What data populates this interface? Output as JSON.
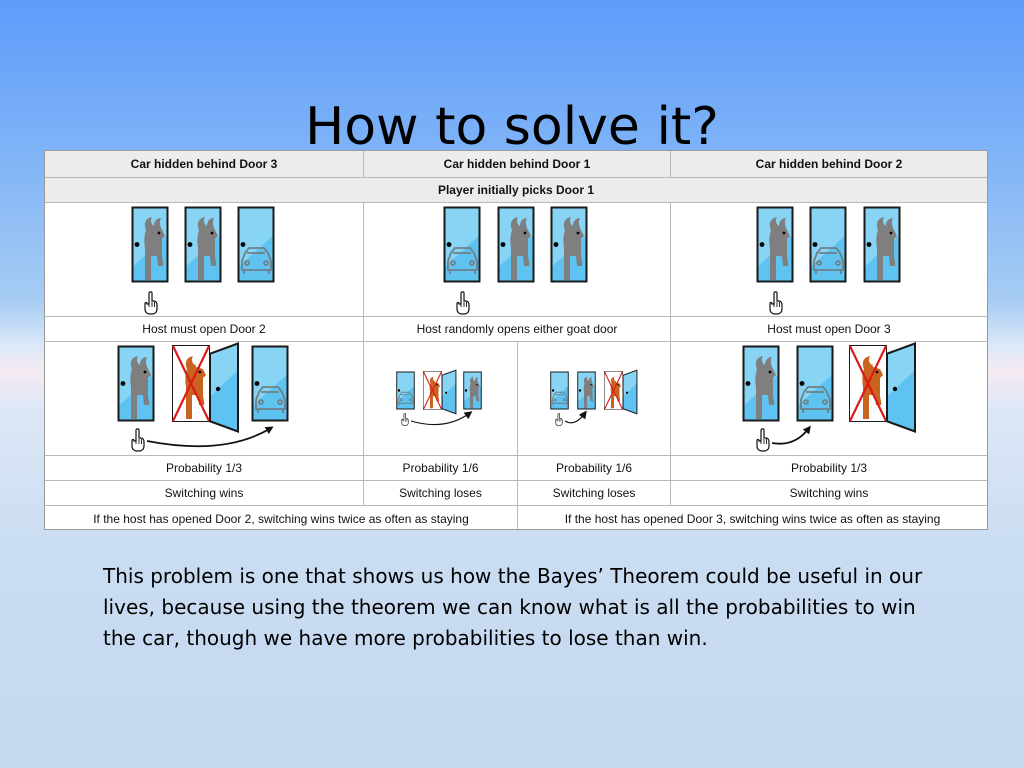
{
  "slide": {
    "title": "How to solve it?",
    "body": "This problem is one that shows us how the Bayes’ Theorem could be useful in our lives, because using the theorem we can know what is all the probabilities to win the car, though we have more probabilities to lose than win."
  },
  "table": {
    "scenario_headers": [
      "Car hidden behind Door 3",
      "Car hidden behind Door 1",
      "Car hidden behind Door 2"
    ],
    "initial_pick": "Player initially picks Door 1",
    "host_actions": [
      "Host must open Door 2",
      "Host randomly opens either goat door",
      "Host must open Door 3"
    ],
    "probabilities": [
      "Probability 1/3",
      "Probability 1/6",
      "Probability 1/6",
      "Probability 1/3"
    ],
    "outcomes": [
      "Switching wins",
      "Switching loses",
      "Switching loses",
      "Switching wins"
    ],
    "conclusions": [
      "If the host has opened Door 2, switching wins twice as often as staying",
      "If the host has opened Door 3, switching wins twice as often as staying"
    ]
  },
  "colors": {
    "door": "#5ec3f0",
    "door_light": "#a9e2fa",
    "goat_open": "#c8641e",
    "goat_closed": "#7f7f7f",
    "cross": "#dd1a1a"
  },
  "icons": [
    "door-icon",
    "goat-icon",
    "car-icon",
    "pointing-hand-icon",
    "switch-arrow-icon",
    "cross-icon"
  ]
}
